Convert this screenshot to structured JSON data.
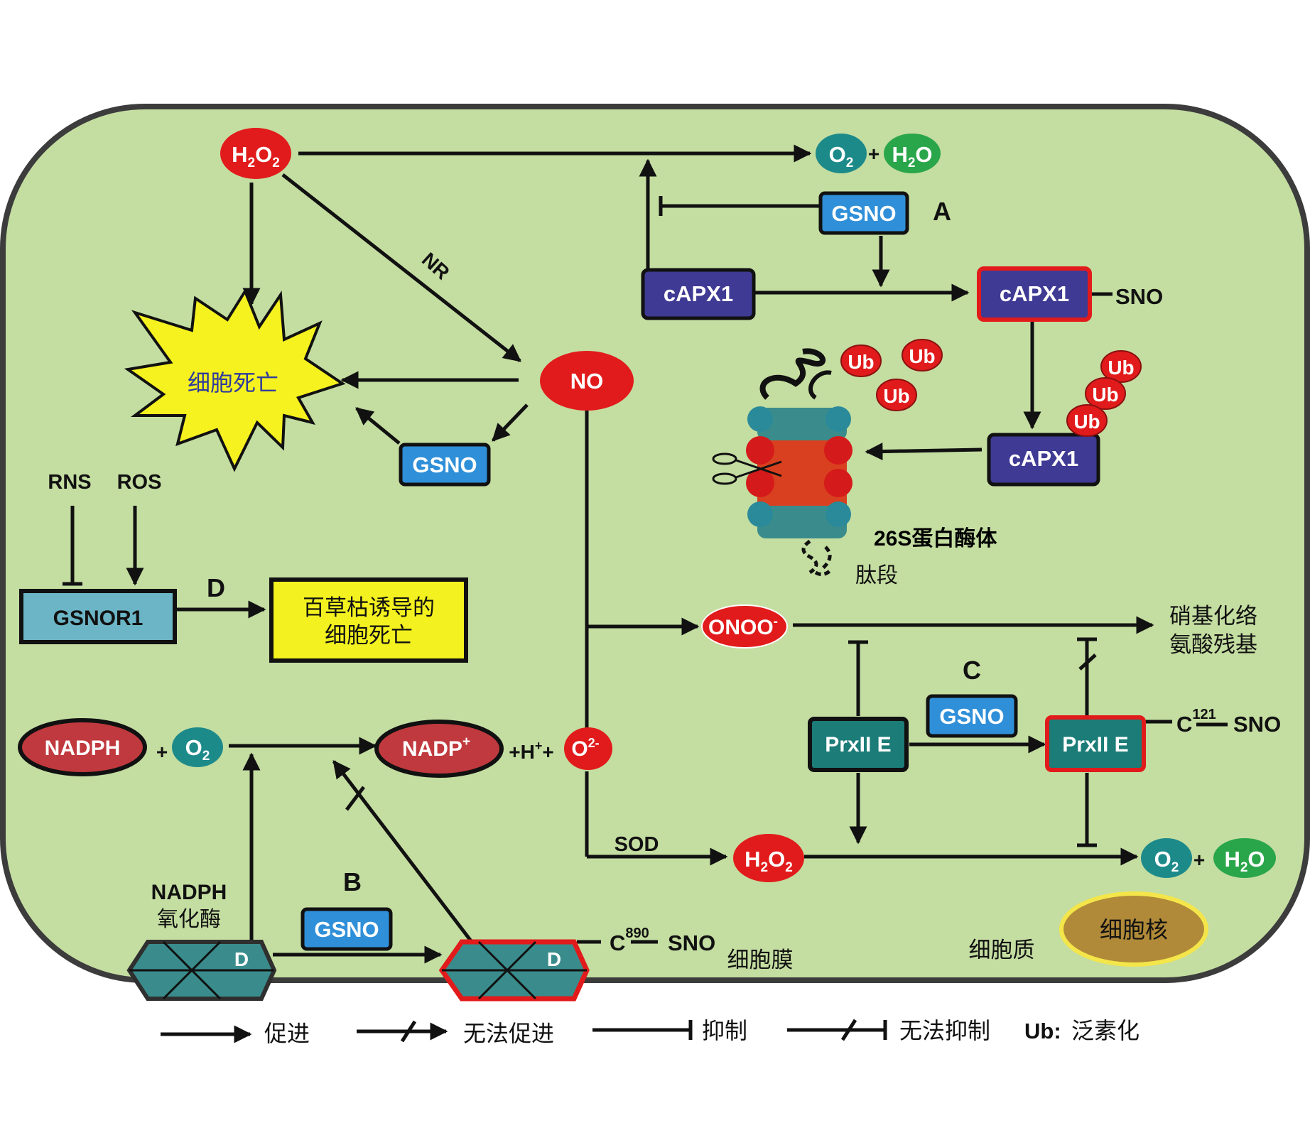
{
  "colors": {
    "cell": "#c4dda1",
    "cell_border": "#3c3c3c",
    "red": "#e11b1b",
    "teal": "#1d8a8a",
    "green": "#2aa64a",
    "blue_box": "#2f8fd8",
    "purple_box": "#3f3a93",
    "teal_box": "#1b7c78",
    "gsnor_box": "#6bb5c6",
    "yellow": "#f3f11f",
    "maroon": "#c0393e",
    "nucleus": "#b08a38",
    "nucleus_border": "#f4e64a"
  },
  "icons": {
    "starburst": "explosion-star",
    "proteasome": "proteasome-barrel",
    "scissors": "scissors-icon",
    "ubiquitin": "ubiquitin-ellipse",
    "enzyme": "nadph-oxidase-hexagon"
  },
  "molecules": {
    "h2o2_top": {
      "main": "H",
      "sub1": "2",
      "mid": "O",
      "sub2": "2"
    },
    "o2": {
      "main": "O",
      "sub": "2"
    },
    "h2o": {
      "main": "H",
      "sub": "2",
      "tail": "O"
    },
    "plus": "+",
    "no": "NO",
    "onoo": {
      "main": "ONOO",
      "sup": "-"
    },
    "o2_minus": {
      "main": "O",
      "sup": "2-"
    },
    "nadph": "NADPH",
    "nadp": {
      "main": "NADP",
      "sup": "+"
    },
    "h_plus": {
      "pre": "+H",
      "sup": "+",
      "post": "+"
    },
    "h2o2_bottom": {
      "main": "H",
      "sub1": "2",
      "mid": "O",
      "sub2": "2"
    }
  },
  "boxes": {
    "gsno": "GSNO",
    "capx1": "cAPX1",
    "prxii": "PrxII E",
    "gsnor1": "GSNOR1",
    "paraquat_line1": "百草枯诱导的",
    "paraquat_line2": "细胞死亡"
  },
  "labels": {
    "cell_death": "细胞死亡",
    "nr": "NR",
    "a": "A",
    "b": "B",
    "c": "C",
    "d": "D",
    "sno": "SNO",
    "rns": "RNS",
    "ros": "ROS",
    "proteasome": "26S蛋白酶体",
    "peptide": "肽段",
    "nitrated_line1": "硝基化络",
    "nitrated_line2": "氨酸残基",
    "c121_c": "C",
    "c121_num": "121",
    "c890_c": "C",
    "c890_num": "890",
    "sod": "SOD",
    "nadph_oxidase_line1": "NADPH",
    "nadph_oxidase_line2": "氧化酶",
    "membrane": "细胞膜",
    "cytoplasm": "细胞质",
    "nucleus": "细胞核",
    "ub": "Ub"
  },
  "legend": {
    "promote": "促进",
    "no_promote": "无法促进",
    "inhibit": "抑制",
    "no_inhibit": "无法抑制",
    "ub_key": "Ub:",
    "ub_meaning": "泛素化"
  }
}
